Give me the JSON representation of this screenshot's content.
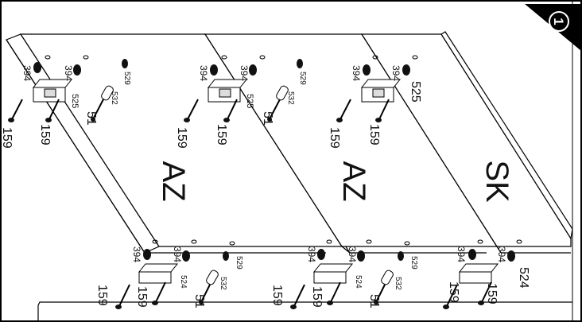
{
  "step": {
    "number": "1"
  },
  "panels": [
    {
      "letter": "AZ"
    },
    {
      "letter": "AZ"
    },
    {
      "letter": "SK"
    }
  ],
  "top_row": [
    {
      "dowel": "394",
      "cam": "394",
      "bracket": "525",
      "pin": "529",
      "sleeve": "532",
      "screw_a": "159",
      "screw_b": "159",
      "bolt": "51"
    },
    {
      "dowel": "394",
      "cam": "394",
      "bracket": "525",
      "pin": "529",
      "sleeve": "532",
      "screw_a": "159",
      "screw_b": "159",
      "bolt": "51"
    },
    {
      "dowel": "394",
      "cam": "394",
      "bracket": "525",
      "screw_a": "159",
      "screw_b": "159"
    }
  ],
  "bottom_row": [
    {
      "dowel": "394",
      "cam": "394",
      "bracket": "524",
      "pin": "529",
      "sleeve": "532",
      "screw_a": "159",
      "screw_b": "159",
      "bolt": "51"
    },
    {
      "dowel": "394",
      "cam": "394",
      "bracket": "524",
      "pin": "529",
      "sleeve": "532",
      "screw_a": "159",
      "screw_b": "159",
      "bolt": "51"
    },
    {
      "dowel": "394",
      "cam": "394",
      "bracket": "524",
      "screw_a": "159",
      "screw_b": "159"
    }
  ]
}
